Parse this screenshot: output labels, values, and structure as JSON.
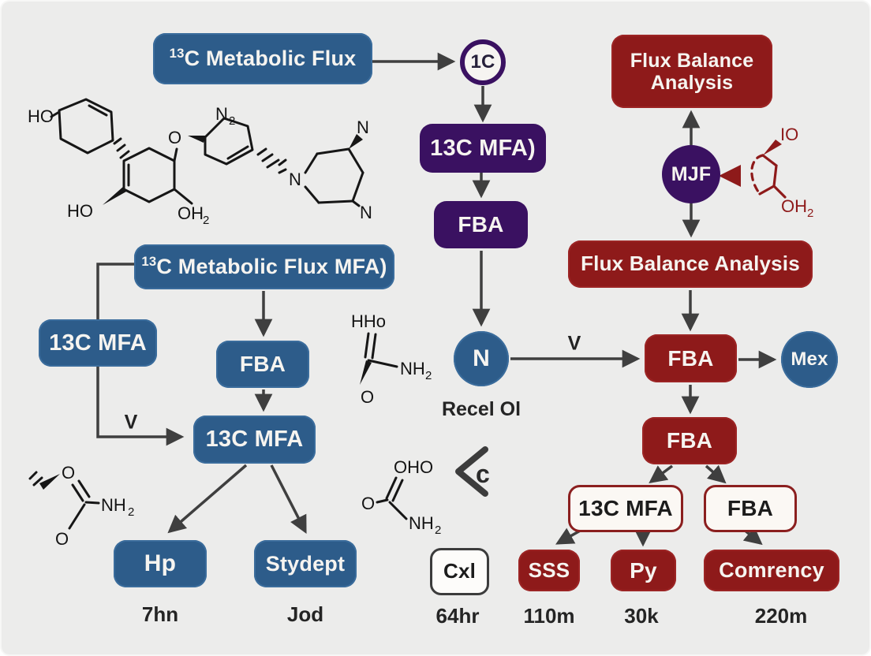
{
  "colors": {
    "background": "#ECECEB",
    "blue": "#2D5C8A",
    "purple": "#3A1161",
    "red": "#8E1A1A",
    "arrow": "#3F3F3F",
    "outline_box_fill": "#FBF8F4"
  },
  "flow": {
    "top_left_box": {
      "sup": "13",
      "label": "C Metabolic Flux"
    },
    "c1_circle": "1C",
    "mfa_paren_box": "13C MFA)",
    "fba_purple_box": "FBA",
    "fba_top_right_box": "Flux Balance Analysis",
    "mjf_circle": "MJF",
    "fba_mid_box": "Flux Balance Analysis",
    "big_blue_box": {
      "sup": "13",
      "label": "C Metabolic Flux MFA)"
    },
    "mfa_left_box": "13C MFA",
    "fba_blue_box": "FBA",
    "mfa_bottom_box": "13C MFA",
    "hp_box": "Hp",
    "stydept_box": "Stydept",
    "n_circle": "N",
    "n_caption": "Recel Ol",
    "fba_red_box": "FBA",
    "mex_circle": "Mex",
    "fba_red_box2": "FBA",
    "mfa_outline_box": "13C MFA",
    "fba_outline_box": "FBA",
    "sss_box": "SSS",
    "py_box": "Py",
    "comrency_box": "Comrency",
    "cxl_box": "Cxl",
    "v_left": "V",
    "v_right": "V",
    "chevron_c": "c"
  },
  "captions": {
    "hp": "7hn",
    "stydept": "Jod",
    "cxl": "64hr",
    "sss": "110m",
    "py": "30k",
    "comrency": "220m"
  },
  "molecules": {
    "left_ring": {
      "ho_top": "HO",
      "o": "O",
      "n": "N",
      "n_sub": "2",
      "ho_bottom": "HO",
      "oh": "OH",
      "oh_sub": "2"
    },
    "piperidine": {
      "n_left": "N",
      "n_top": "N",
      "n_bottom": "N"
    },
    "amide_mid": {
      "top": "HHo",
      "nh": "NH",
      "nh_sub": "2",
      "o": "O"
    },
    "amide_bottom_left": {
      "o_top": "O",
      "nh": "NH",
      "nh_sub": "2",
      "o_bottom": "O"
    },
    "amide_bottom_mid": {
      "top": "OHO",
      "o": "O",
      "nh": "NH",
      "nh_sub": "2"
    },
    "red_right": {
      "io": "IO",
      "oh": "OH",
      "oh_sub": "2"
    }
  }
}
